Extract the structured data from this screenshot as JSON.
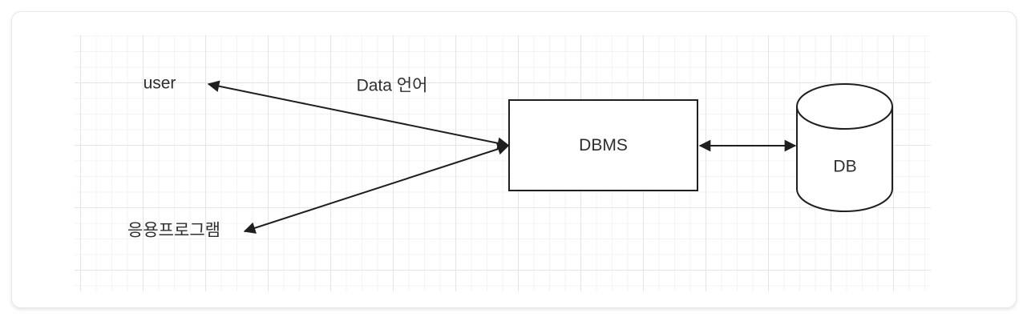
{
  "diagram": {
    "nodes": {
      "user": {
        "label": "user"
      },
      "application": {
        "label": "응용프로그램"
      },
      "dbms": {
        "label": "DBMS"
      },
      "db": {
        "label": "DB"
      }
    },
    "edges": {
      "user_dbms_label": "Data 언어"
    },
    "colors": {
      "line": "#1f1f1f",
      "text": "#2e2e2e",
      "node_fill": "#ffffff",
      "grid_minor": "#f3f3f3",
      "grid_major": "#e4e4e4",
      "card_border": "#e7e7e7"
    }
  }
}
